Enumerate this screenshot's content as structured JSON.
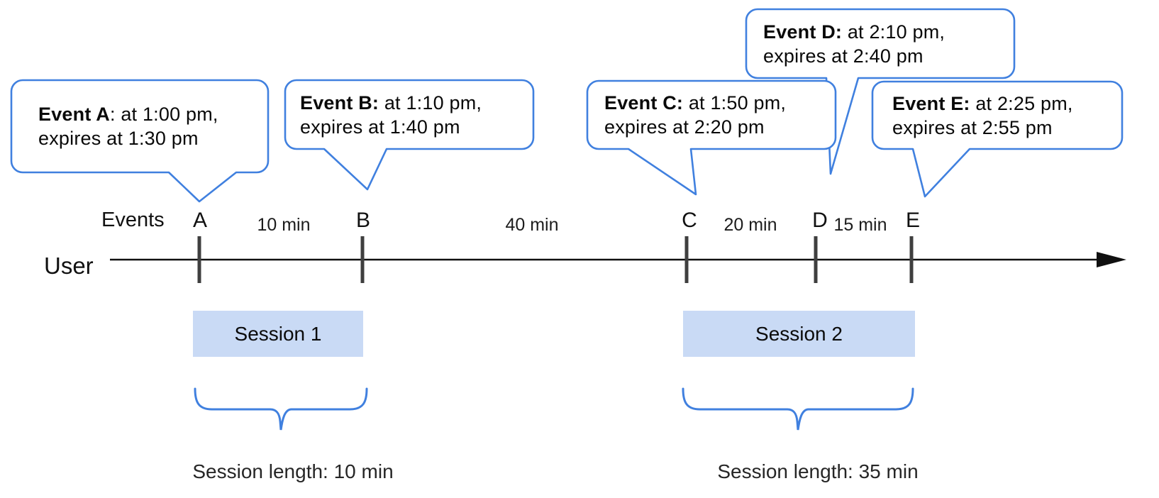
{
  "diagram": {
    "title_context": "Event / session timeline",
    "events_axis_label": "Events",
    "user_label": "User",
    "accent_blue": "#4080df",
    "session_fill": "#c9daf5",
    "events": [
      {
        "id": "A",
        "bold": "Event A",
        "rest": ": at 1:00 pm,",
        "line2": "expires at 1:30 pm"
      },
      {
        "id": "B",
        "bold": "Event B:",
        "rest": " at 1:10 pm,",
        "line2": "expires at 1:40 pm"
      },
      {
        "id": "C",
        "bold": "Event C:",
        "rest": " at 1:50 pm,",
        "line2": "expires at 2:20 pm"
      },
      {
        "id": "D",
        "bold": "Event D:",
        "rest": " at 2:10 pm,",
        "line2": "expires at 2:40 pm"
      },
      {
        "id": "E",
        "bold": "Event E:",
        "rest": " at 2:25 pm,",
        "line2": "expires at 2:55 pm"
      }
    ],
    "intervals": [
      {
        "between": "A-B",
        "label": "10 min"
      },
      {
        "between": "B-C",
        "label": "40 min"
      },
      {
        "between": "C-D",
        "label": "20 min"
      },
      {
        "between": "D-E",
        "label": "15 min"
      }
    ],
    "sessions": [
      {
        "label": "Session 1",
        "length_label": "Session length: 10 min"
      },
      {
        "label": "Session 2",
        "length_label": "Session length: 35 min"
      }
    ]
  }
}
